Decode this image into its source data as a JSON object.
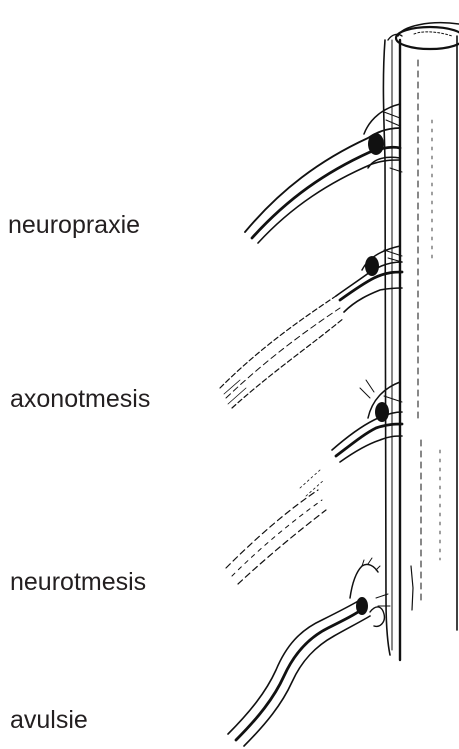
{
  "labels": {
    "injuries": [
      "neuropraxie",
      "axonotmesis",
      "neurotmesis",
      "avulsie"
    ]
  }
}
